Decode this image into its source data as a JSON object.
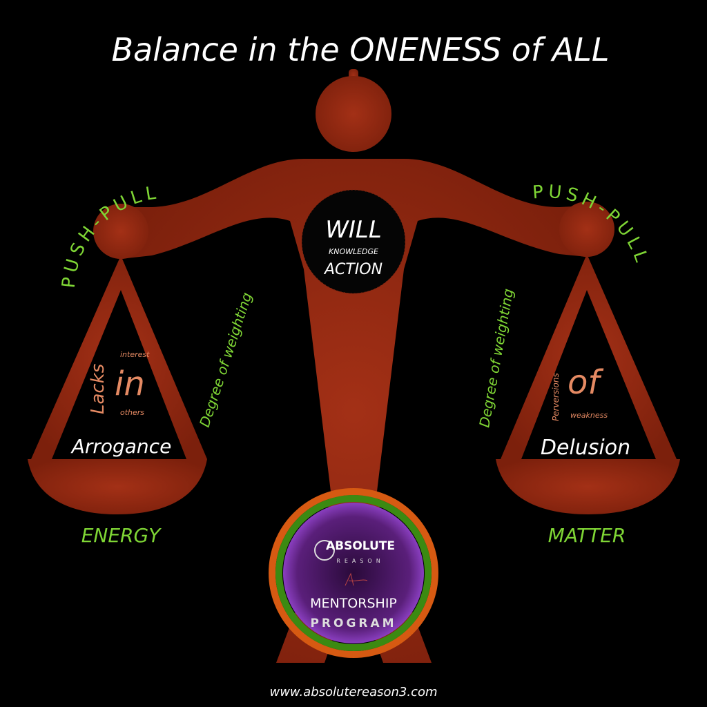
{
  "title": "Balance in the ONENESS of ALL",
  "left": {
    "arc": "PUSH-PULL",
    "degree": "Degree of weighting",
    "lacks": "Lacks",
    "interest": "interest",
    "in": "in",
    "others": "others",
    "word": "Arrogance",
    "label": "ENERGY"
  },
  "right": {
    "arc": "PUSH-PULL",
    "degree": "Degree of weighting",
    "perversions": "Perversions",
    "of": "of",
    "weakness": "weakness",
    "word": "Delusion",
    "label": "MATTER"
  },
  "center": {
    "will": "WILL",
    "knowledge": "KNOWLEDGE",
    "action": "ACTION"
  },
  "badge": {
    "brand_top": "ABSOLUTE",
    "brand_bottom": "REASON",
    "line1": "MENTORSHIP",
    "line2": "PROGRAM"
  },
  "footer": "www.absolutereason3.com",
  "colors": {
    "figure": "#9a2a12",
    "green": "#7fd635",
    "salmon": "#e58a63",
    "purple": "#5a1f7a"
  }
}
